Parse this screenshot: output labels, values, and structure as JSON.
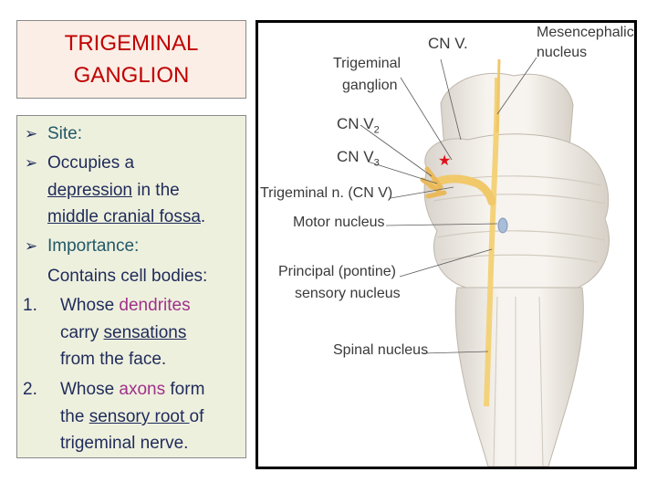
{
  "title": {
    "line1": "TRIGEMINAL",
    "line2": "GANGLION"
  },
  "content": {
    "site": "Site:",
    "occupies_prefix": "Occupies a",
    "depression": "depression",
    "in_the": " in the",
    "middle_cranial_fossa": "middle cranial fossa",
    "period": ".",
    "importance": "Importance:",
    "contains": "Contains cell bodies:",
    "item1_num": "1.",
    "whose1": "Whose ",
    "dendrites": "dendrites",
    "carry": "carry ",
    "sensations": "sensations",
    "from_face": "from the face.",
    "item2_num": "2.",
    "whose2": "Whose ",
    "axons": "axons",
    "form": " form",
    "the": "the ",
    "sensory_root": "sensory root ",
    "of": "of",
    "trigeminal_nerve": "trigeminal nerve."
  },
  "figure": {
    "labels": {
      "cn5": "CN V.",
      "mesencephalic1": "Mesencephalic",
      "mesencephalic2": "nucleus",
      "trigeminal_ganglion1": "Trigeminal",
      "trigeminal_ganglion2": "ganglion",
      "cnv2": "CN V",
      "cnv2_sub": "2",
      "cnv3": "CN V",
      "cnv3_sub": "3",
      "trigeminal_n": "Trigeminal n. (CN V)",
      "motor_nucleus": "Motor nucleus",
      "principal1": "Principal (pontine)",
      "principal2": "sensory nucleus",
      "spinal_nucleus": "Spinal nucleus"
    }
  },
  "colors": {
    "title_red": "#c00000",
    "text_navy": "#1f2b5a",
    "teal": "#215868",
    "magenta": "#a0308a",
    "nerve_yellow": "#f0c868",
    "tissue": "#f2eee8"
  },
  "icons": {
    "bullet": "arrow-bullet-icon",
    "marker": "red-star-icon"
  }
}
